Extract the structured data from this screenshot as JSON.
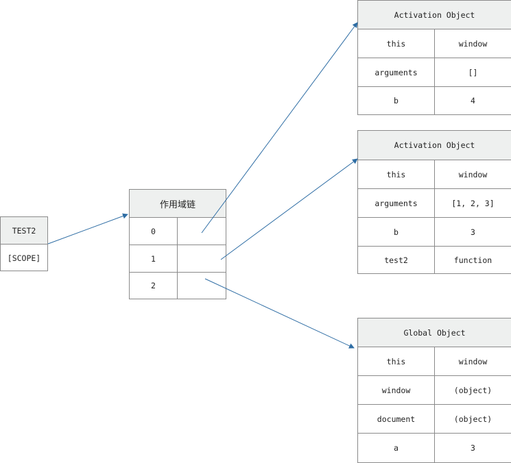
{
  "test2": {
    "title": "TEST2",
    "scope": "[SCOPE]"
  },
  "scope_chain": {
    "title": "作用域链",
    "rows": [
      "0",
      "1",
      "2"
    ]
  },
  "ao1": {
    "title": "Activation Object",
    "rows": [
      {
        "key": "this",
        "value": "window"
      },
      {
        "key": "arguments",
        "value": "[]"
      },
      {
        "key": "b",
        "value": "4"
      }
    ]
  },
  "ao2": {
    "title": "Activation Object",
    "rows": [
      {
        "key": "this",
        "value": "window"
      },
      {
        "key": "arguments",
        "value": "[1, 2, 3]"
      },
      {
        "key": "b",
        "value": "3"
      },
      {
        "key": "test2",
        "value": "function"
      }
    ]
  },
  "go": {
    "title": "Global Object",
    "rows": [
      {
        "key": "this",
        "value": "window"
      },
      {
        "key": "window",
        "value": "(object)"
      },
      {
        "key": "document",
        "value": "(object)"
      },
      {
        "key": "a",
        "value": "3"
      }
    ]
  },
  "colors": {
    "arrow": "#2e6da4",
    "border": "#8a8a8a",
    "header_bg": "#eef0ef"
  }
}
